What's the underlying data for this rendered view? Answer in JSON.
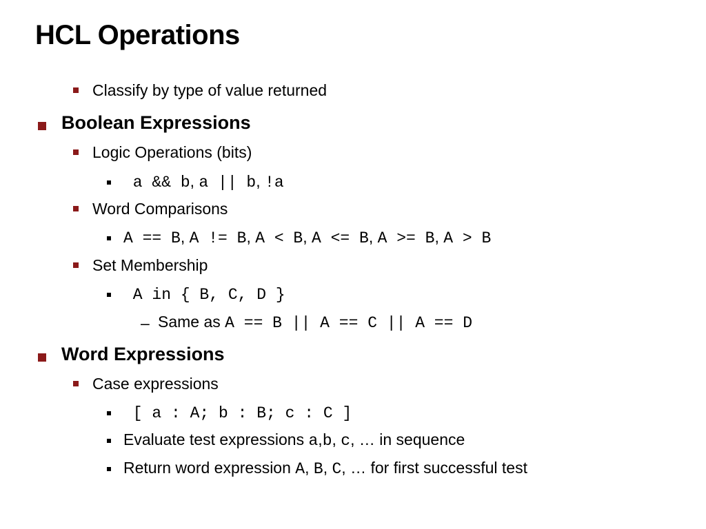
{
  "title": "HCL Operations",
  "colors": {
    "accent": "#8b1a1a"
  },
  "items": [
    {
      "level": 2,
      "segments": [
        {
          "text": "Classify by type of value returned"
        }
      ]
    },
    {
      "level": 1,
      "segments": [
        {
          "text": "Boolean Expressions"
        }
      ]
    },
    {
      "level": 2,
      "segments": [
        {
          "text": "Logic Operations (bits)"
        }
      ]
    },
    {
      "level": 3,
      "segments": [
        {
          "text": " a && b",
          "mono": true
        },
        {
          "text": ", "
        },
        {
          "text": "a || b",
          "mono": true
        },
        {
          "text": ", "
        },
        {
          "text": "!a",
          "mono": true
        }
      ]
    },
    {
      "level": 2,
      "segments": [
        {
          "text": "Word Comparisons"
        }
      ]
    },
    {
      "level": 3,
      "segments": [
        {
          "text": "A == B",
          "mono": true
        },
        {
          "text": ", "
        },
        {
          "text": "A != B",
          "mono": true
        },
        {
          "text": ", "
        },
        {
          "text": "A < B",
          "mono": true
        },
        {
          "text": ", "
        },
        {
          "text": "A <= B",
          "mono": true
        },
        {
          "text": ", "
        },
        {
          "text": "A >= B",
          "mono": true
        },
        {
          "text": ", "
        },
        {
          "text": "A > B",
          "mono": true
        }
      ]
    },
    {
      "level": 2,
      "segments": [
        {
          "text": "Set Membership"
        }
      ]
    },
    {
      "level": 3,
      "segments": [
        {
          "text": " A in { B, C, D }",
          "mono": true
        }
      ]
    },
    {
      "level": 4,
      "segments": [
        {
          "text": "Same as "
        },
        {
          "text": "A == B || A == C || A == D",
          "mono": true
        }
      ]
    },
    {
      "level": 1,
      "segments": [
        {
          "text": "Word Expressions"
        }
      ]
    },
    {
      "level": 2,
      "segments": [
        {
          "text": "Case expressions"
        }
      ]
    },
    {
      "level": 3,
      "segments": [
        {
          "text": " [ a : A; b : B; c : C ]",
          "mono": true
        }
      ]
    },
    {
      "level": 3,
      "segments": [
        {
          "text": "Evaluate test expressions "
        },
        {
          "text": "a",
          "mono": true
        },
        {
          "text": ","
        },
        {
          "text": "b",
          "mono": true
        },
        {
          "text": ", "
        },
        {
          "text": "c",
          "mono": true
        },
        {
          "text": ", … in sequence"
        }
      ]
    },
    {
      "level": 3,
      "segments": [
        {
          "text": "Return word expression "
        },
        {
          "text": "A",
          "mono": true
        },
        {
          "text": ", "
        },
        {
          "text": "B",
          "mono": true
        },
        {
          "text": ", "
        },
        {
          "text": "C",
          "mono": true
        },
        {
          "text": ", … for first successful test"
        }
      ]
    }
  ]
}
